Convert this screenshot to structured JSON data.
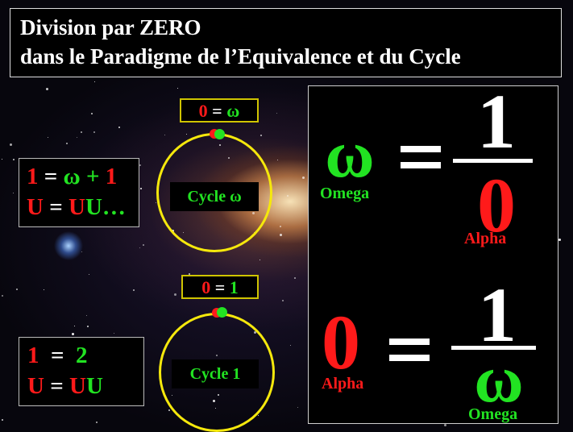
{
  "title": {
    "line1": "Division par ZERO",
    "line2": "dans le Paradigme de l’Equivalence et du Cycle"
  },
  "top_cycle": {
    "header": {
      "left": "0",
      "op": "=",
      "right": "ω"
    },
    "label": "Cycle ω"
  },
  "bottom_cycle": {
    "header": {
      "left": "0",
      "op": "=",
      "right": "1"
    },
    "label": "Cycle 1"
  },
  "left_box_1": {
    "row1": {
      "a": "1",
      "eq": " = ",
      "b": "ω + ",
      "c": "1"
    },
    "row2": {
      "a": "U",
      "eq": " = ",
      "b": "U",
      "c": "U…"
    }
  },
  "left_box_2": {
    "row1": {
      "a": "1",
      "eq": "  =  ",
      "b": "2"
    },
    "row2": {
      "a": "U",
      "eq": " = ",
      "b": "U",
      "c": "U"
    }
  },
  "formula_1": {
    "lhs_symbol": "ω",
    "lhs_name": "Omega",
    "numerator": "1",
    "denominator": "0",
    "denominator_name": "Alpha"
  },
  "formula_2": {
    "lhs_symbol": "0",
    "lhs_name": "Alpha",
    "numerator": "1",
    "denominator": "ω",
    "denominator_name": "Omega"
  },
  "colors": {
    "red": "#ff1a1a",
    "green": "#22e322",
    "ring_yellow": "#f5e80c",
    "panel_black": "#000000"
  }
}
